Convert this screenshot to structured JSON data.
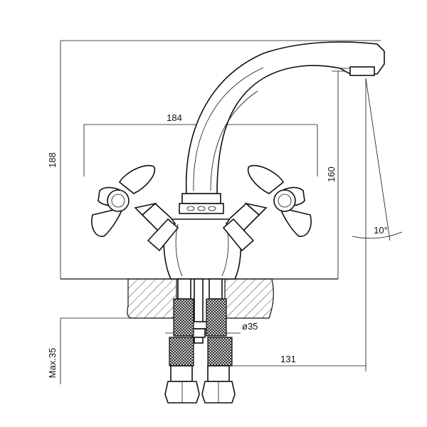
{
  "dimensions": {
    "width_handles": "184",
    "total_height": "188",
    "spout_height": "160",
    "spout_angle": "10°",
    "mount_diameter": "ø35",
    "spout_reach": "131",
    "max_counter": "Max.35"
  }
}
